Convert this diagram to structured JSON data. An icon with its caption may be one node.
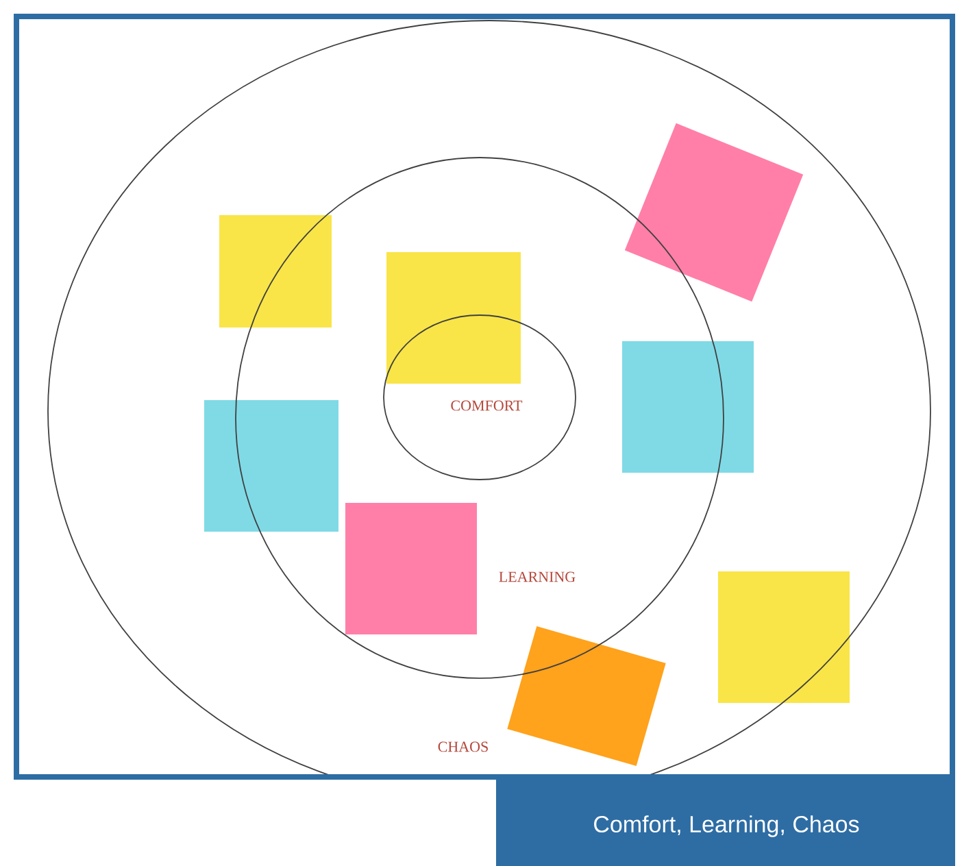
{
  "diagram": {
    "caption": "Comfort, Learning, Chaos",
    "nodes": [
      {
        "text": [
          "CHAOS"
        ]
      },
      {
        "text": [
          "LEARNING"
        ],
        "in": 0
      },
      {
        "text": [
          "COMFORT"
        ],
        "in": 1
      },
      {
        "text": [],
        "shape": "box",
        "in": 0
      },
      {
        "text": [],
        "shape": "box",
        "in": 1
      },
      {
        "text": [],
        "shape": "box",
        "in": 0
      },
      {
        "text": [],
        "shape": "box",
        "in": 0
      },
      {
        "text": [],
        "shape": "box",
        "in": 0
      },
      {
        "text": [],
        "shape": "box",
        "in": 1
      },
      {
        "text": [],
        "shape": "box",
        "in": 0
      },
      {
        "text": [],
        "shape": "box",
        "in": 0
      }
    ]
  }
}
